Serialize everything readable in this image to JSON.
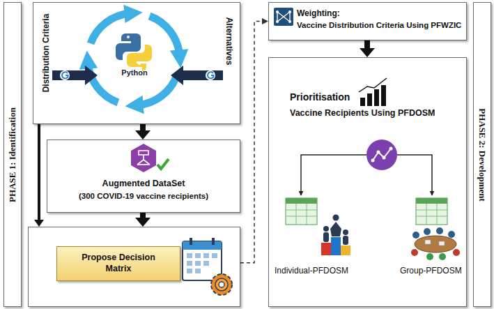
{
  "diagram": {
    "nodes": [
      {
        "text": [
          "PHASE 1: Identification"
        ]
      },
      {
        "text": [
          "Distribution Criteria",
          "Python",
          "Alternatives"
        ]
      },
      {
        "text": [
          "Augmented DataSet",
          "(300 COVID-19 vaccine recipients)"
        ]
      },
      {
        "text": []
      },
      {
        "text": [
          "Propose Decision Matrix"
        ],
        "in": 3
      },
      {
        "text": [
          "Weighting:",
          "Vaccine Distribution Criteria Using PFWZIC"
        ]
      },
      {
        "text": [
          "Prioritisation",
          "Vaccine Recipients Using PFDOSM"
        ]
      },
      {
        "text": [
          "PHASE 2: Development"
        ]
      }
    ],
    "edges": [
      {
        "from": 1,
        "to": 2,
        "arrow": "to"
      },
      {
        "from": 2,
        "to": 3,
        "arrow": "to"
      },
      {
        "from": 1,
        "to": 3,
        "arrow": "to"
      },
      {
        "from": 3,
        "to": 5,
        "arrow": "to"
      },
      {
        "from": 5,
        "to": 6,
        "arrow": "to"
      }
    ],
    "labels": [
      "Individual-PFDOSM",
      "Group-PFDOSM"
    ]
  }
}
